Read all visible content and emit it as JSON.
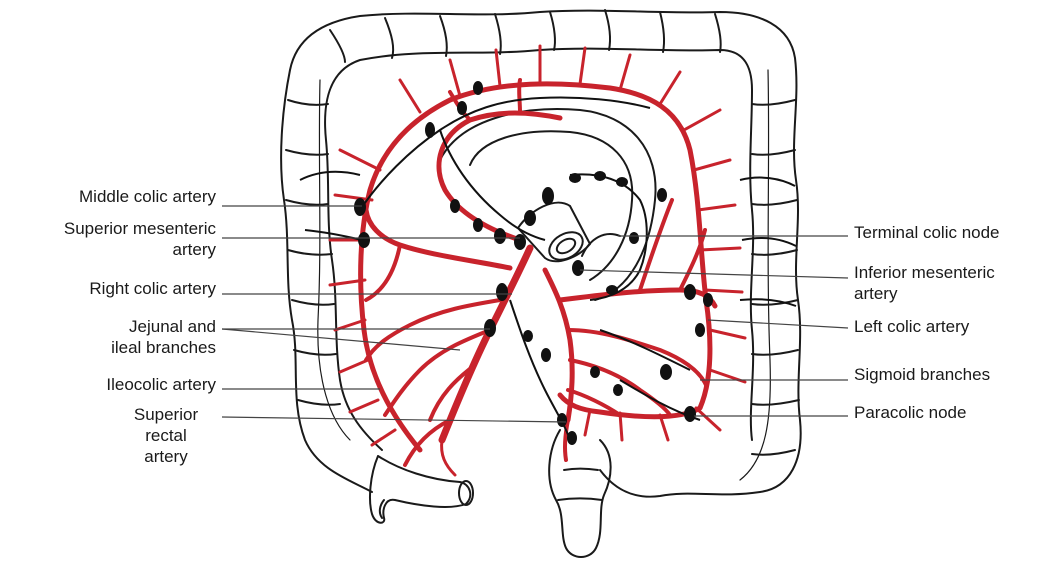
{
  "colors": {
    "artery": "#c8232c",
    "outline": "#1a1a1a",
    "node": "#111111",
    "background": "#ffffff"
  },
  "labels": {
    "middle_colic": "Middle colic artery",
    "superior_mesenteric_1": "Superior mesenteric",
    "superior_mesenteric_2": "artery",
    "right_colic": "Right colic artery",
    "jejunal_1": "Jejunal and",
    "jejunal_2": "ileal branches",
    "ileocolic": "Ileocolic artery",
    "superior_rectal_1": "Superior",
    "superior_rectal_2": "rectal",
    "superior_rectal_3": "artery",
    "terminal_colic_node": "Terminal colic node",
    "inferior_mesenteric_1": "Inferior mesenteric",
    "inferior_mesenteric_2": "artery",
    "left_colic": "Left colic artery",
    "sigmoid": "Sigmoid branches",
    "paracolic": "Paracolic node"
  }
}
